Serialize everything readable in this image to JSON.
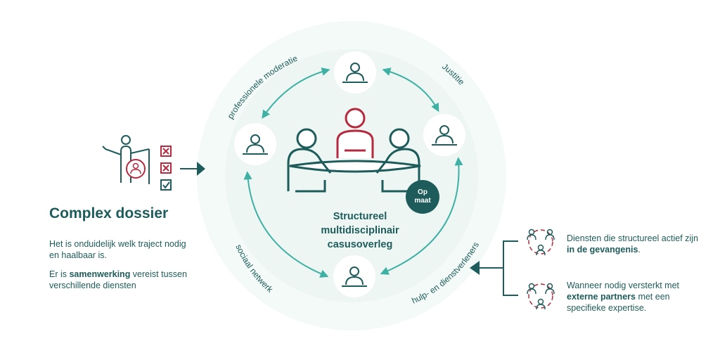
{
  "left": {
    "title": "Complex dossier",
    "p1": "Het is onduidelijk welk traject nodig en haalbaar is.",
    "p2_a": "Er is ",
    "p2_b": "samenwerking",
    "p2_c": " vereist tussen verschillende diensten"
  },
  "center": {
    "line1": "Structureel",
    "line2": "multidisciplinair",
    "line3": "casusoverleg",
    "badge_line1": "Op",
    "badge_line2": "maat"
  },
  "ring_labels": {
    "top_left": "professionele moderatie",
    "top_right": "Justitie",
    "bottom_left": "sociaal netwerk",
    "bottom_right": "hulp- en dienstverleners"
  },
  "right": {
    "item1_a": "Diensten die structureel actief zijn ",
    "item1_b": "in de gevangenis",
    "item1_c": ".",
    "item2_a": "Wanneer nodig versterkt met ",
    "item2_b": "externe partners",
    "item2_c": " met een specifieke expertise."
  },
  "colors": {
    "teal": "#1d5c5a",
    "arrow_teal": "#3fb0a4",
    "red": "#b52a3f",
    "ring_bg": "#eef6f4"
  }
}
